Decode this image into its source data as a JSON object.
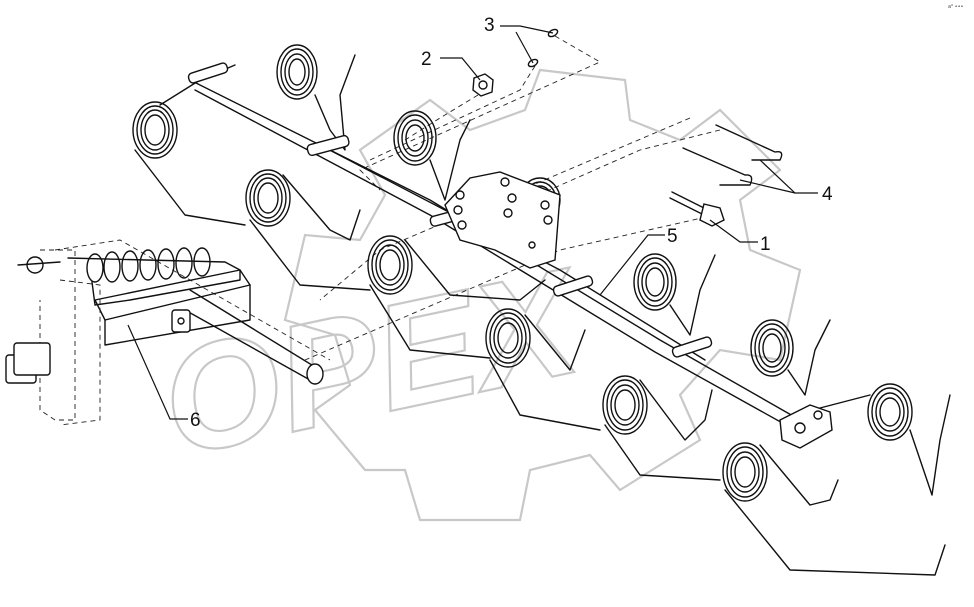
{
  "watermark": {
    "text": "OPEX"
  },
  "corner_mark": "a⁰ •••",
  "callouts": [
    {
      "id": "1",
      "label": "1"
    },
    {
      "id": "2",
      "label": "2"
    },
    {
      "id": "3",
      "label": "3"
    },
    {
      "id": "4",
      "label": "4"
    },
    {
      "id": "5",
      "label": "5"
    },
    {
      "id": "6",
      "label": "6"
    }
  ],
  "colors": {
    "ink": "#111111",
    "watermark": "#c8c8c8",
    "background": "#ffffff"
  }
}
